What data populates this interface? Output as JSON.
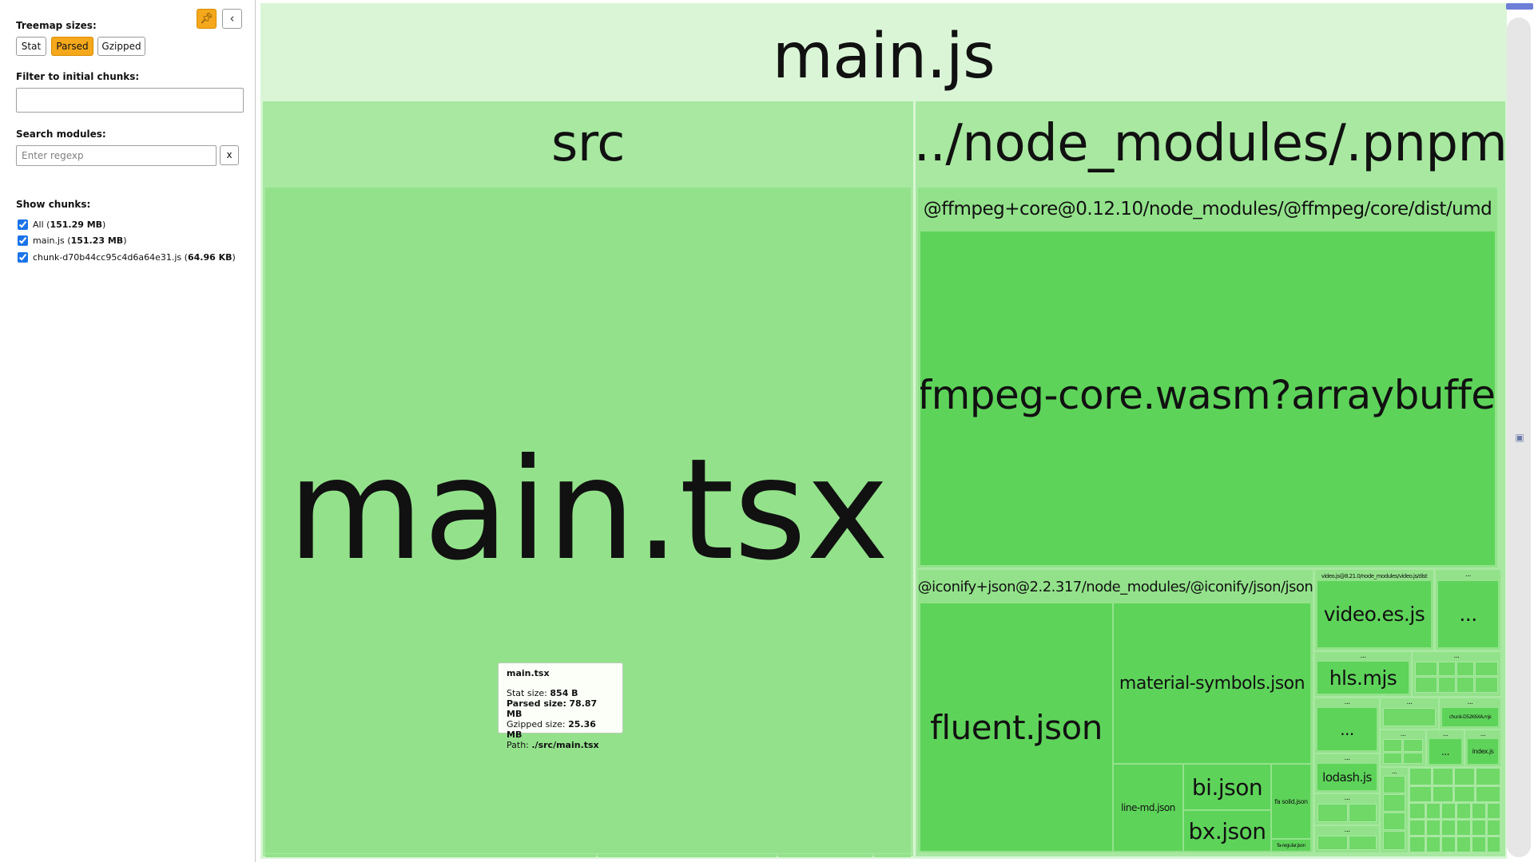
{
  "sidebar": {
    "treemap_sizes_label": "Treemap sizes:",
    "size_buttons": [
      {
        "label": "Stat",
        "active": false
      },
      {
        "label": "Parsed",
        "active": true
      },
      {
        "label": "Gzipped",
        "active": false
      }
    ],
    "pin_icon": "pin-icon",
    "collapse_icon": "chevron-left-icon",
    "filter_label": "Filter to initial chunks:",
    "filter_value": "",
    "search_label": "Search modules:",
    "search_placeholder": "Enter regexp",
    "search_clear": "x",
    "show_chunks_label": "Show chunks:",
    "chunks": [
      {
        "name": "All",
        "size": "151.29 MB",
        "checked": true
      },
      {
        "name": "main.js",
        "size": "151.23 MB",
        "checked": true
      },
      {
        "name": "chunk-d70b44cc95c4d6a64e31.js",
        "size": "64.96 KB",
        "checked": true
      }
    ]
  },
  "treemap": {
    "root": "main.js",
    "src_group": "src",
    "main_tsx": "main.tsx",
    "node_modules_group": "../node_modules/.pnpm",
    "ffmpeg_group": "@ffmpeg+core@0.12.10/node_modules/@ffmpeg/core/dist/umd",
    "ffmpeg_wasm": "ffmpeg-core.wasm?arraybuffer",
    "iconify_group": "@iconify+json@2.2.317/node_modules/@iconify/json/json",
    "fluent": "fluent.json",
    "material_symbols": "material-symbols.json",
    "line_md": "line-md.json",
    "bi": "bi.json",
    "bx": "bx.json",
    "fa_solid": "fa solid.json",
    "fa_regular": "fa-regular.json",
    "video_group": "video.js@8.21.0/node_modules/video.js/dist",
    "video_es": "video.es.js",
    "hls": "hls.mjs",
    "lodash": "lodash.js",
    "index_js": "index.js",
    "chunk_small": "chunk-D52K6XA.mjs",
    "ellipsis": "..."
  },
  "tooltip": {
    "title": "main.tsx",
    "stat_label": "Stat size:",
    "stat_value": "854 B",
    "parsed_label": "Parsed size:",
    "parsed_value": "78.87 MB",
    "gzipped_label": "Gzipped size:",
    "gzipped_value": "25.36 MB",
    "path_label": "Path:",
    "path_value": "./src/main.tsx"
  },
  "colors": {
    "accent": "#f5a81c",
    "root_bg": "#d9f5d6",
    "group_bg": "#a8e8a1",
    "module_bg": "#5ed35a"
  }
}
